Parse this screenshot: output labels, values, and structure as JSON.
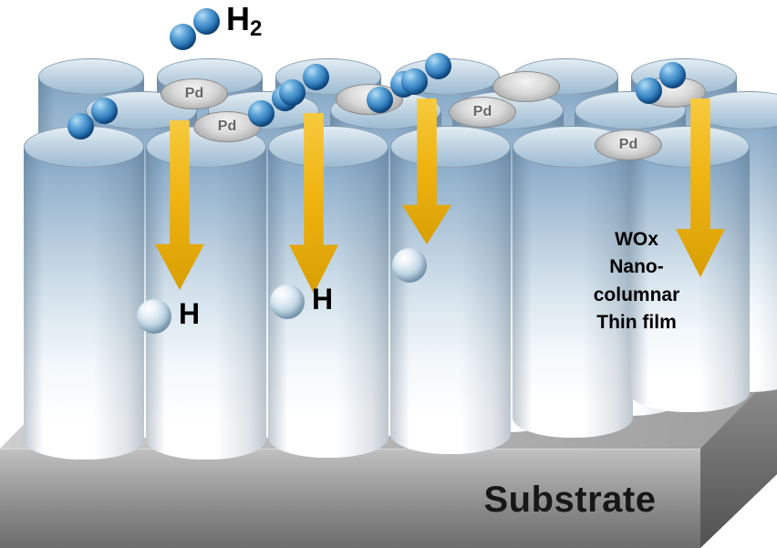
{
  "diagram": {
    "h2_label": {
      "main": "H",
      "sub": "2"
    },
    "pd_label": "Pd",
    "h_label": "H",
    "wox_lines": [
      "WOx",
      "Nano-",
      "columnar",
      "Thin film"
    ],
    "substrate_label": "Substrate"
  },
  "colors": {
    "arrow_yellow": "#EFB412",
    "arrow_yellow_deep": "#D99E02",
    "h2_sphere_blue": "#0F4C88",
    "h_sphere_gray_blue": "#93B2C7",
    "column_blue": "#7FA2C2",
    "pd_cap_gray": "#ABABAB",
    "substrate_gray": "#8E8E8E",
    "label_black": "#111111"
  }
}
